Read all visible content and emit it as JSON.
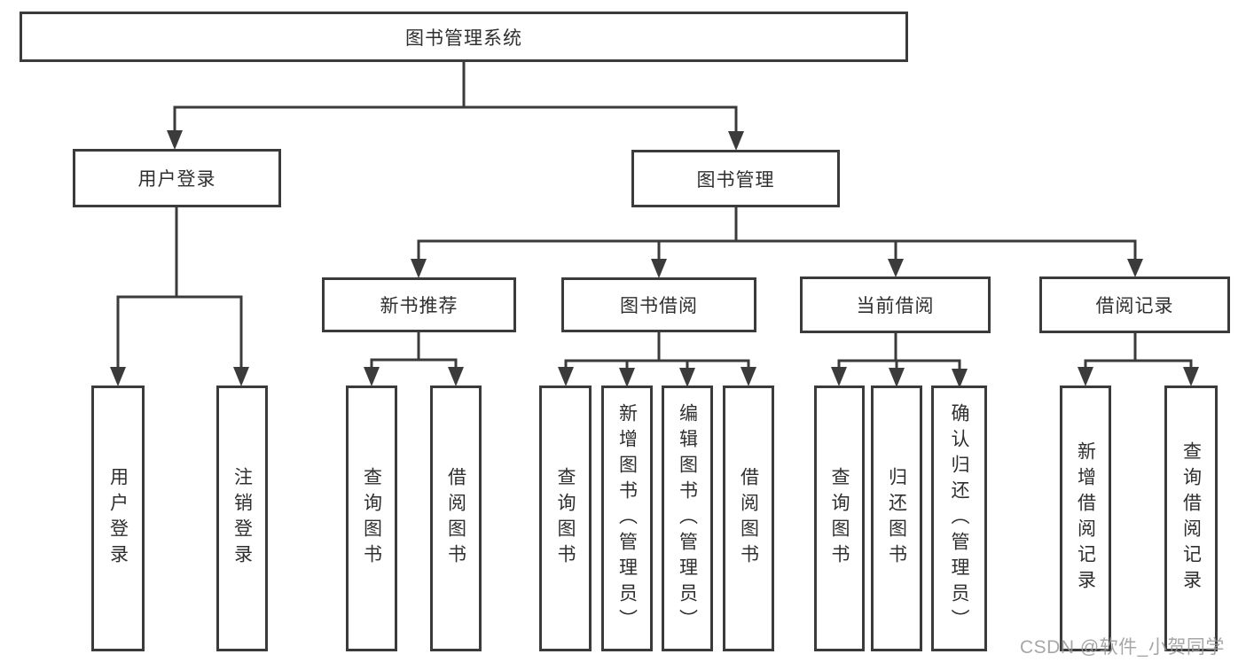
{
  "diagram": {
    "root": {
      "label": "图书管理系统"
    },
    "branches": {
      "userLogin": {
        "label": "用户登录",
        "children": [
          "用户登录",
          "注销登录"
        ]
      },
      "bookManagement": {
        "label": "图书管理",
        "sections": [
          {
            "label": "新书推荐",
            "children": [
              "查询图书",
              "借阅图书"
            ]
          },
          {
            "label": "图书借阅",
            "children": [
              "查询图书",
              "新增图书（管理员）",
              "编辑图书（管理员）",
              "借阅图书"
            ]
          },
          {
            "label": "当前借阅",
            "children": [
              "查询图书",
              "归还图书",
              "确认归还（管理员）"
            ]
          },
          {
            "label": "借阅记录",
            "children": [
              "新增借阅记录",
              "查询借阅记录"
            ]
          }
        ]
      }
    }
  },
  "watermark": {
    "text": "CSDN @软件_小贺同学"
  },
  "colors": {
    "line": "#3b3b3b",
    "border": "#3b3b3b",
    "text": "#2f2f2f",
    "background": "#ffffff",
    "watermark": "#969696"
  }
}
